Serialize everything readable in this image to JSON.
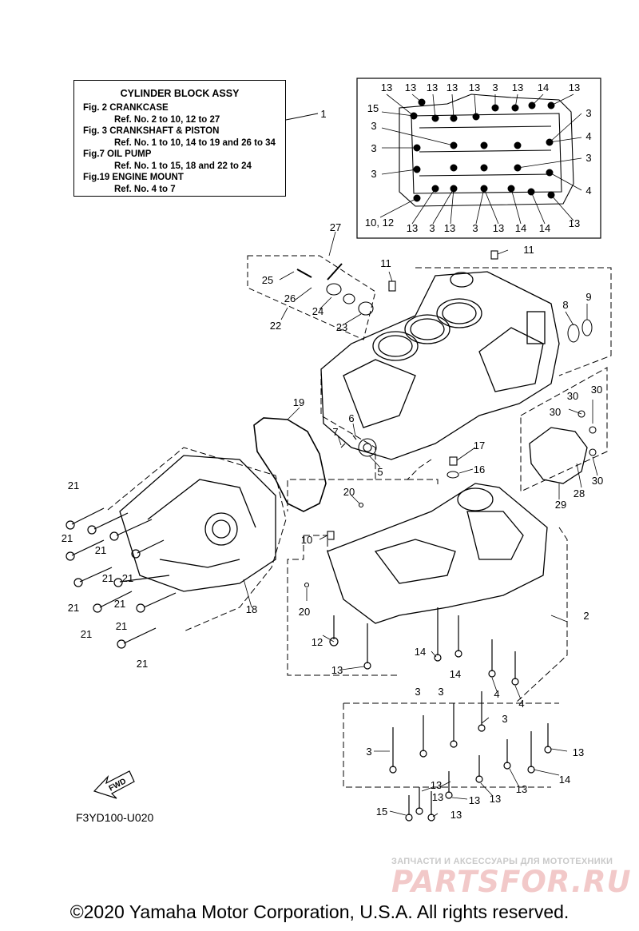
{
  "legend": {
    "title": "CYLINDER BLOCK ASSY",
    "lines": [
      "Fig. 2 CRANKCASE",
      "Ref. No. 2 to 10, 12  to 27",
      "Fig. 3 CRANKSHAFT & PISTON",
      "Ref. No. 1 to 10, 14 to 19 and 26 to 34",
      "Fig.7 OIL PUMP",
      "Ref. No. 1 to 15, 18 and 22 to 24",
      "Fig.19 ENGINE MOUNT",
      "Ref. No. 4 to 7"
    ]
  },
  "callouts": {
    "c1": "1",
    "c2": "2",
    "c4": "4",
    "c5": "5",
    "c6": "6",
    "c7": "7",
    "c8": "8",
    "c9": "9",
    "c10": "10",
    "c11": "11",
    "c12": "12",
    "c13": "13",
    "c14": "14",
    "c15": "15",
    "c16": "16",
    "c17": "17",
    "c18": "18",
    "c19": "19",
    "c20": "20",
    "c21": "21",
    "c22": "22",
    "c23": "23",
    "c24": "24",
    "c25": "25",
    "c26": "26",
    "c27": "27",
    "c28": "28",
    "c29": "29",
    "c30": "30",
    "c3": "3",
    "c1012": "10, 12"
  },
  "fwd_label": "FWD",
  "diagram_code": "F3YD100-U020",
  "watermark": {
    "line1": "ЗАПЧАСТИ И АКСЕССУАРЫ ДЛЯ МОТОТЕХНИКИ",
    "brand": "PARTSFOR.RU"
  },
  "copyright": "©2020 Yamaha Motor Corporation, U.S.A. All rights reserved."
}
